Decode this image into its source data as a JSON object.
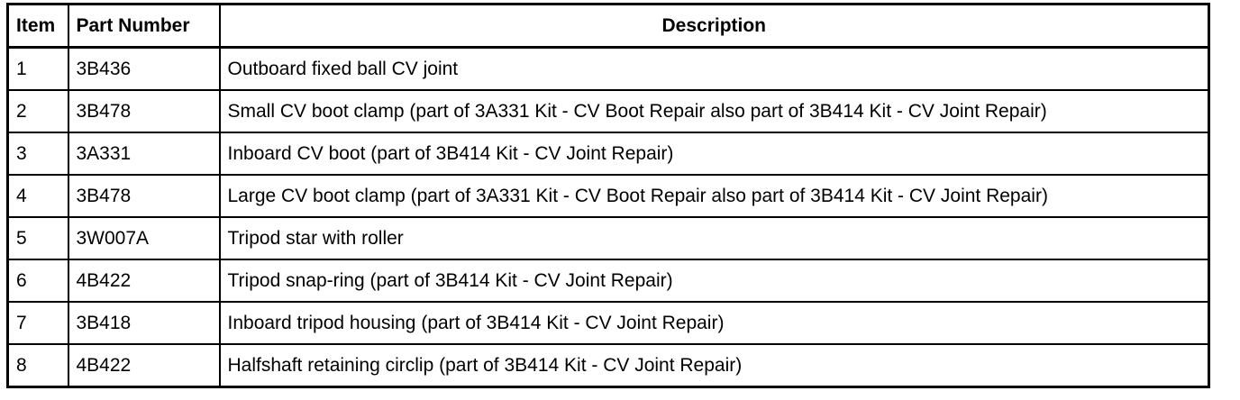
{
  "table": {
    "columns": [
      {
        "key": "item",
        "label": "Item"
      },
      {
        "key": "part_number",
        "label": "Part Number"
      },
      {
        "key": "description",
        "label": "Description"
      }
    ],
    "rows": [
      {
        "item": "1",
        "part_number": "3B436",
        "description": "Outboard fixed ball CV joint"
      },
      {
        "item": "2",
        "part_number": "3B478",
        "description": "Small CV boot clamp (part of 3A331 Kit - CV Boot Repair also part of 3B414 Kit - CV Joint Repair)"
      },
      {
        "item": "3",
        "part_number": "3A331",
        "description": "Inboard CV boot (part of 3B414 Kit - CV Joint Repair)"
      },
      {
        "item": "4",
        "part_number": "3B478",
        "description": "Large CV boot clamp (part of 3A331 Kit - CV Boot Repair also part of 3B414 Kit - CV Joint Repair)"
      },
      {
        "item": "5",
        "part_number": "3W007A",
        "description": "Tripod star with roller"
      },
      {
        "item": "6",
        "part_number": "4B422",
        "description": "Tripod snap-ring (part of 3B414 Kit - CV Joint Repair)"
      },
      {
        "item": "7",
        "part_number": "3B418",
        "description": "Inboard tripod housing (part of 3B414 Kit - CV Joint Repair)"
      },
      {
        "item": "8",
        "part_number": "4B422",
        "description": "Halfshaft retaining circlip (part of 3B414 Kit - CV Joint Repair)"
      }
    ],
    "colors": {
      "border": "#000000",
      "text": "#000000",
      "background": "#ffffff"
    }
  }
}
